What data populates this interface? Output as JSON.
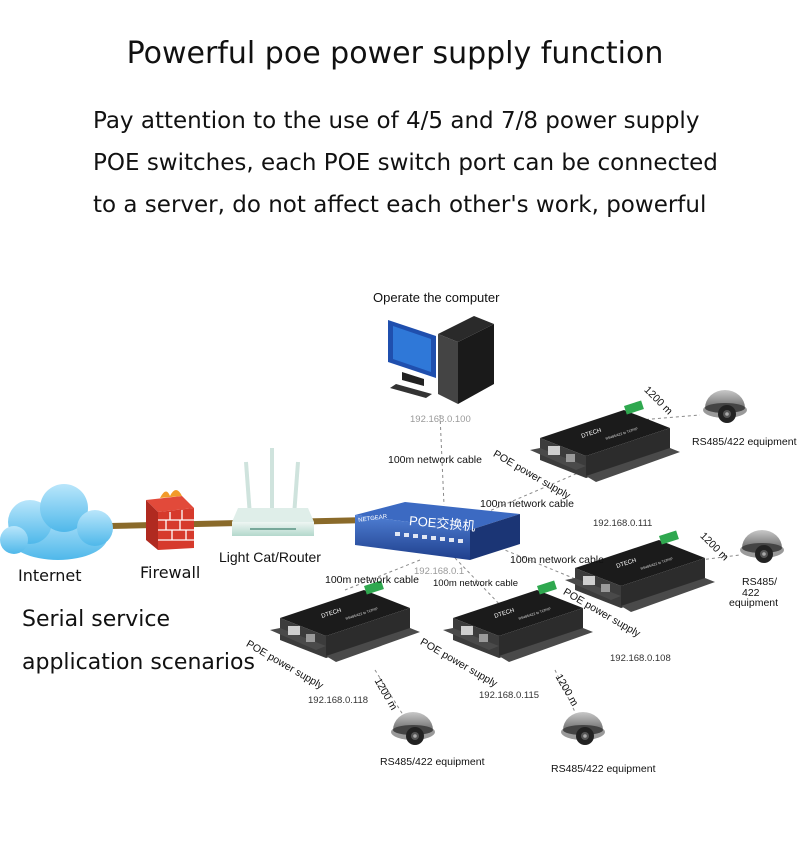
{
  "heading": "Powerful poe power supply function",
  "description": [
    "Pay attention to the use of 4/5 and 7/8 power supply",
    "POE switches, each POE switch port can be connected",
    "to a server, do not affect each other's work, powerful"
  ],
  "diagram": {
    "computer": {
      "label": "Operate the computer",
      "ip": "192.168.0.100"
    },
    "internet_label": "Internet",
    "firewall_label": "Firewall",
    "router_label": "Light Cat/Router",
    "switch": {
      "label": "POE交换机",
      "brand": "NETGEAR",
      "ip": "192.168.0.1"
    },
    "scenario_label": [
      "Serial service",
      "application scenarios"
    ],
    "cable_labels": {
      "computer_link": "100m network cable",
      "server_111": "100m network cable",
      "server_108": "100m network cable",
      "server_118": "100m network cable",
      "server_115": "100m network cable"
    },
    "poe_label": "POE power supply",
    "distance_label": "1200 m",
    "device_brand": "DTECH",
    "servers": [
      {
        "ip": "192.168.0.111",
        "equipment": "RS485/422 equipment"
      },
      {
        "ip": "192.168.0.108",
        "equipment_line1": "RS485/",
        "equipment_line2": "422",
        "equipment_line3": "equipment"
      },
      {
        "ip": "192.168.0.118",
        "equipment": "RS485/422 equipment"
      },
      {
        "ip": "192.168.0.115",
        "equipment": "RS485/422 equipment"
      }
    ]
  }
}
